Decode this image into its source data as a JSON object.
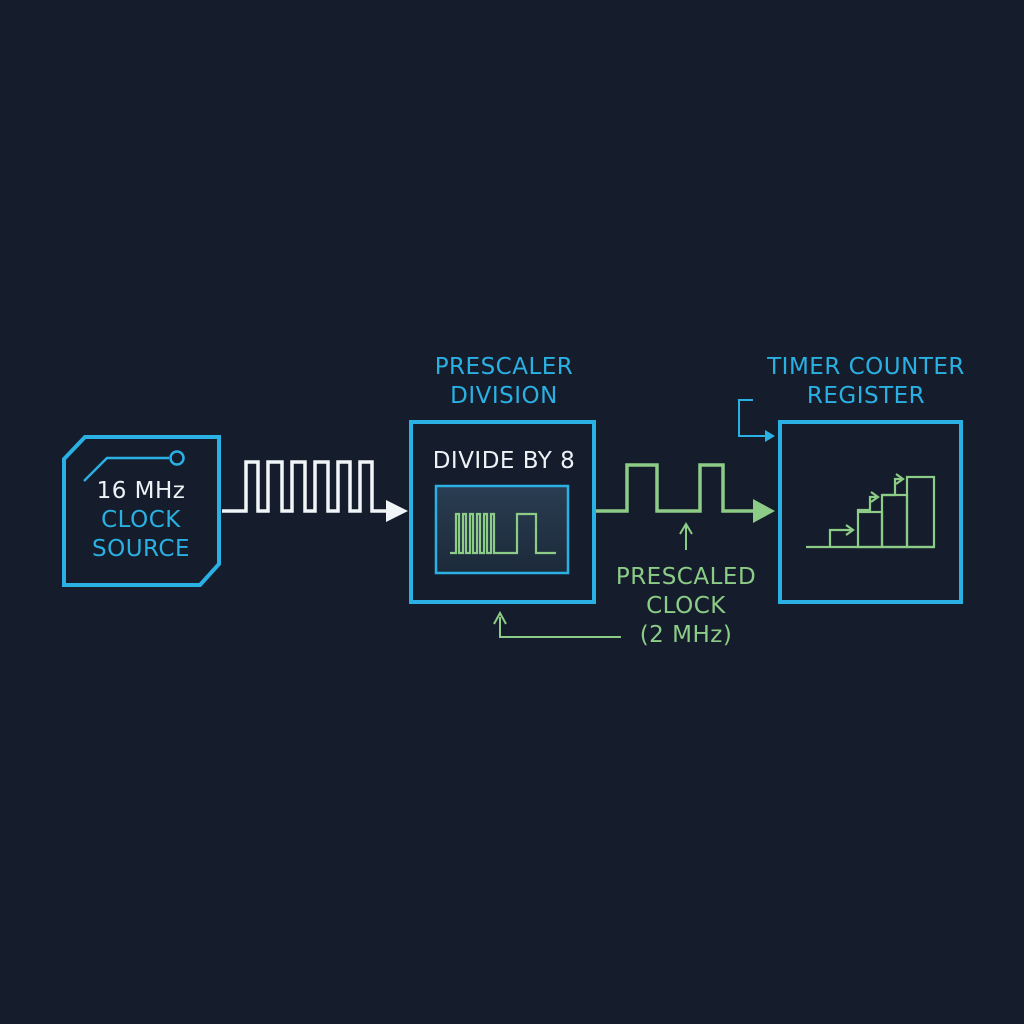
{
  "colors": {
    "background": "#151d2c",
    "accent_blue": "#2ab0e2",
    "signal_white": "#f2f5f8",
    "signal_green": "#8ccc86",
    "text_white": "#eef3f7"
  },
  "clock_source": {
    "frequency_label": "16 MHz",
    "line2": "CLOCK",
    "line3": "SOURCE",
    "icon": "chip-icon"
  },
  "prescaler": {
    "title_line1": "PRESCALER",
    "title_line2": "DIVISION",
    "inner_label": "DIVIDE BY 8",
    "icon": "waveform-screen-icon"
  },
  "prescaled_clock": {
    "line1": "PRESCALED",
    "line2": "CLOCK",
    "line3": "(2 MHz)"
  },
  "timer": {
    "title_line1": "TIMER COUNTER",
    "title_line2": "REGISTER",
    "icon": "staircase-counter-icon"
  }
}
